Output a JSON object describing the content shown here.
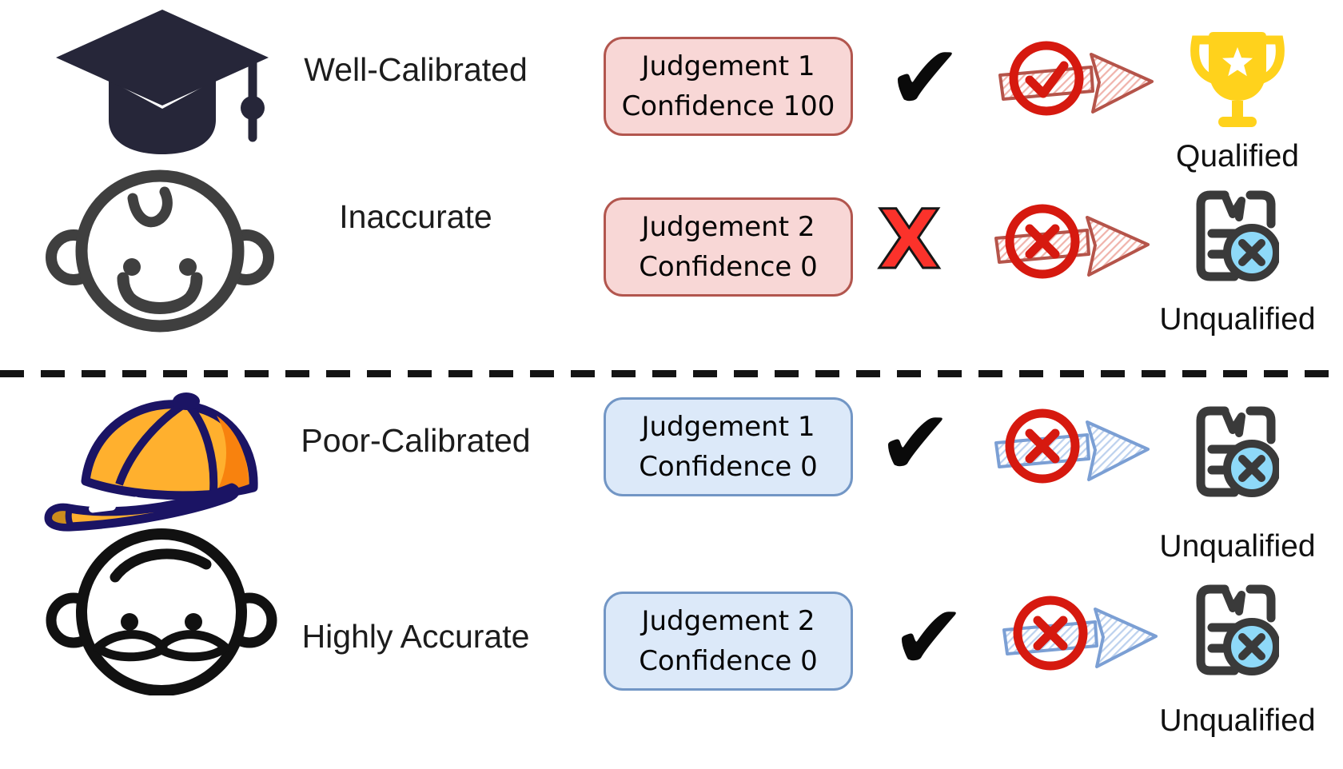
{
  "rows": [
    {
      "agent_icon": "graduation-cap-icon",
      "label": "Well-Calibrated",
      "box_line1": "Judgement 1",
      "box_line2": "Confidence 100",
      "verdict_icon": "check-mark",
      "verdict_glyph": "✔",
      "arrow_style": "red-sketch",
      "arrow_badge": "circle-check",
      "outcome_icon": "trophy",
      "outcome_label": "Qualified"
    },
    {
      "agent_icon": "baby-face-icon",
      "label": "Inaccurate",
      "box_line1": "Judgement 2",
      "box_line2": "Confidence 0",
      "verdict_icon": "cross-mark",
      "verdict_glyph": "X",
      "arrow_style": "red-sketch",
      "arrow_badge": "circle-cross",
      "outcome_icon": "rejected-document",
      "outcome_label": "Unqualified"
    },
    {
      "agent_icon": "baseball-cap-icon",
      "label": "Poor-Calibrated",
      "box_line1": "Judgement 1",
      "box_line2": "Confidence 0",
      "verdict_icon": "check-mark",
      "verdict_glyph": "✔",
      "arrow_style": "blue-sketch",
      "arrow_badge": "circle-cross",
      "outcome_icon": "rejected-document",
      "outcome_label": "Unqualified"
    },
    {
      "agent_icon": "mustache-face-icon",
      "label": "Highly Accurate",
      "box_line1": "Judgement 2",
      "box_line2": "Confidence 0",
      "verdict_icon": "check-mark",
      "verdict_glyph": "✔",
      "arrow_style": "blue-sketch",
      "arrow_badge": "circle-cross",
      "outcome_icon": "rejected-document",
      "outcome_label": "Unqualified"
    }
  ],
  "colors": {
    "judgement_box_top_fill": "#f8d7d6",
    "judgement_box_top_border": "#b2564e",
    "judgement_box_bottom_fill": "#dce9f9",
    "judgement_box_bottom_border": "#7296c5",
    "badge_red": "#d6190f",
    "cross_red": "#fb322b",
    "arrow_red_outline": "#b5544a",
    "arrow_blue_outline": "#7b9fd4",
    "trophy_gold": "#ffd21c",
    "document_blue": "#8ed9f8",
    "cap_orange": "#ffb02e",
    "cap_navy": "#1b1464",
    "graduation_cap_navy": "#262639"
  }
}
